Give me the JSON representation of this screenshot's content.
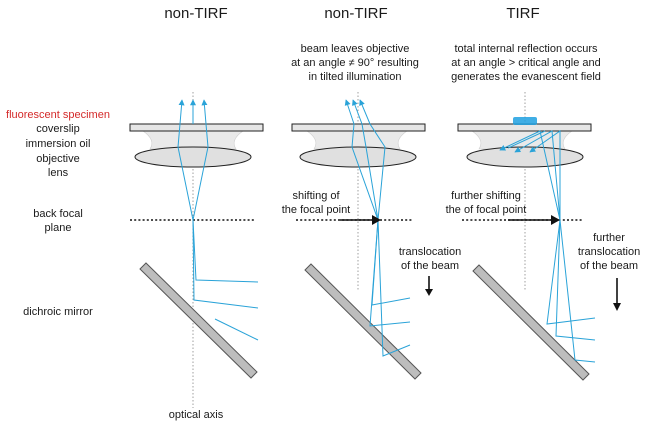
{
  "titles": {
    "left": "non-TIRF",
    "middle": "non-TIRF",
    "right": "TIRF"
  },
  "labels": {
    "specimen": "fluorescent specimen",
    "coverslip": "coverslip",
    "oil": "immersion oil",
    "objective_1": "objective",
    "objective_2": "lens",
    "bfp_1": "back focal",
    "bfp_2": "plane",
    "mirror": "dichroic mirror",
    "axis": "optical axis"
  },
  "annotations": {
    "middle_top": [
      "beam leaves objective",
      "at an angle ≠ 90° resulting",
      "in tilted illumination"
    ],
    "right_top": [
      "total internal reflection occurs",
      "at an angle > critical angle and",
      "generates the evanescent field"
    ],
    "middle_shift": [
      "shifting of",
      "the focal point"
    ],
    "right_shift": [
      "further shifting",
      "the of focal point"
    ],
    "middle_trans": [
      "translocation",
      "of the beam"
    ],
    "right_trans": [
      "further",
      "translocation",
      "of the beam"
    ]
  },
  "colors": {
    "beam": "#2aa3d8",
    "specimen_label": "#d42a2a",
    "evanescent": "#1fa0e0"
  }
}
